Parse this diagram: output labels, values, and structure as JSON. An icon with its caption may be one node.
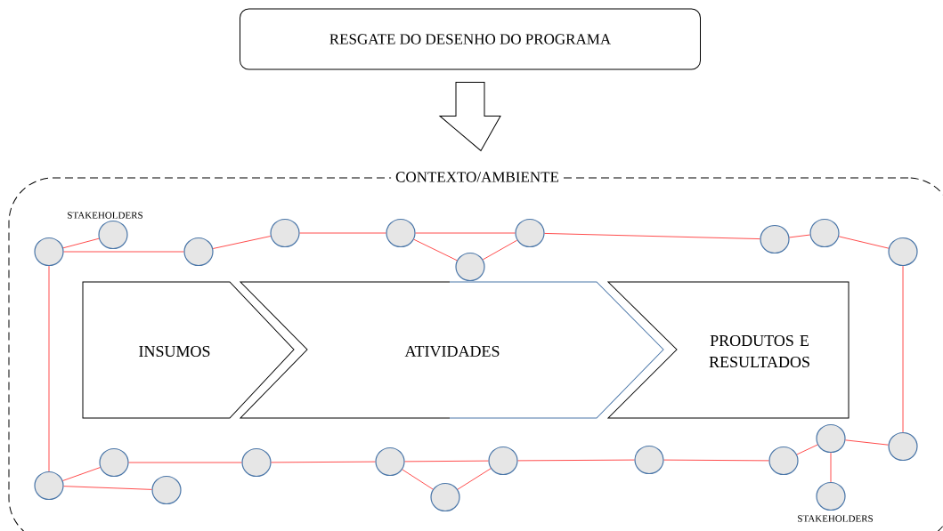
{
  "diagram": {
    "nodes": [
      {
        "text": [
          "RESGATE DO DESENHO DO PROGRAMA"
        ]
      },
      {
        "text": [
          "CONTEXTO/AMBIENTE"
        ]
      },
      {
        "text": [
          "INSUMOS"
        ],
        "in": 1
      },
      {
        "text": [
          "ATIVIDADES"
        ],
        "in": 1
      },
      {
        "text": [
          "PRODUTOS E RESULTADOS"
        ],
        "in": 1
      },
      {
        "text": [],
        "shape": "circle",
        "in": 1
      },
      {
        "text": [],
        "shape": "circle",
        "in": 1
      },
      {
        "text": [],
        "shape": "circle",
        "in": 1
      },
      {
        "text": [],
        "shape": "circle",
        "in": 1
      },
      {
        "text": [],
        "shape": "circle",
        "in": 1
      },
      {
        "text": [],
        "shape": "circle",
        "in": 1
      },
      {
        "text": [],
        "shape": "circle",
        "in": 1
      },
      {
        "text": [],
        "shape": "circle",
        "in": 1
      },
      {
        "text": [],
        "shape": "circle",
        "in": 1
      },
      {
        "text": [],
        "shape": "circle",
        "in": 1
      },
      {
        "text": [],
        "shape": "circle",
        "in": 1
      },
      {
        "text": [],
        "shape": "circle",
        "in": 1
      },
      {
        "text": [],
        "shape": "circle",
        "in": 1
      },
      {
        "text": [],
        "shape": "circle",
        "in": 1
      },
      {
        "text": [],
        "shape": "circle",
        "in": 1
      },
      {
        "text": [],
        "shape": "circle",
        "in": 1
      },
      {
        "text": [],
        "shape": "circle",
        "in": 1
      },
      {
        "text": [],
        "shape": "circle",
        "in": 1
      },
      {
        "text": [],
        "shape": "circle",
        "in": 1
      },
      {
        "text": [],
        "shape": "circle",
        "in": 1
      },
      {
        "text": [],
        "shape": "circle",
        "in": 1
      },
      {
        "text": [],
        "shape": "circle",
        "in": 1
      }
    ],
    "edges": [
      {
        "from": 0,
        "to": 1,
        "arrow": "to",
        "color": "#000000"
      },
      {
        "from": 5,
        "to": 6,
        "arrow": "none"
      },
      {
        "from": 5,
        "to": 7,
        "arrow": "none"
      },
      {
        "from": 7,
        "to": 8,
        "arrow": "none"
      },
      {
        "from": 8,
        "to": 9,
        "arrow": "none"
      },
      {
        "from": 9,
        "to": 11,
        "arrow": "none"
      },
      {
        "from": 9,
        "to": 10,
        "arrow": "none"
      },
      {
        "from": 10,
        "to": 11,
        "arrow": "none"
      },
      {
        "from": 11,
        "to": 12,
        "arrow": "none"
      },
      {
        "from": 12,
        "to": 13,
        "arrow": "none"
      },
      {
        "from": 13,
        "to": 14,
        "arrow": "none"
      },
      {
        "from": 14,
        "to": 26,
        "arrow": "none"
      },
      {
        "from": 5,
        "to": 15,
        "arrow": "none"
      },
      {
        "from": 15,
        "to": 16,
        "arrow": "none"
      },
      {
        "from": 15,
        "to": 17,
        "arrow": "none"
      },
      {
        "from": 16,
        "to": 18,
        "arrow": "none"
      },
      {
        "from": 18,
        "to": 19,
        "arrow": "none"
      },
      {
        "from": 19,
        "to": 21,
        "arrow": "none"
      },
      {
        "from": 19,
        "to": 20,
        "arrow": "none"
      },
      {
        "from": 20,
        "to": 21,
        "arrow": "none"
      },
      {
        "from": 21,
        "to": 22,
        "arrow": "none"
      },
      {
        "from": 22,
        "to": 23,
        "arrow": "none"
      },
      {
        "from": 23,
        "to": 24,
        "arrow": "none"
      },
      {
        "from": 24,
        "to": 26,
        "arrow": "none"
      },
      {
        "from": 24,
        "to": 25,
        "arrow": "none"
      }
    ],
    "labels": [
      "STAKEHOLDERS",
      "STAKEHOLDERS"
    ]
  }
}
